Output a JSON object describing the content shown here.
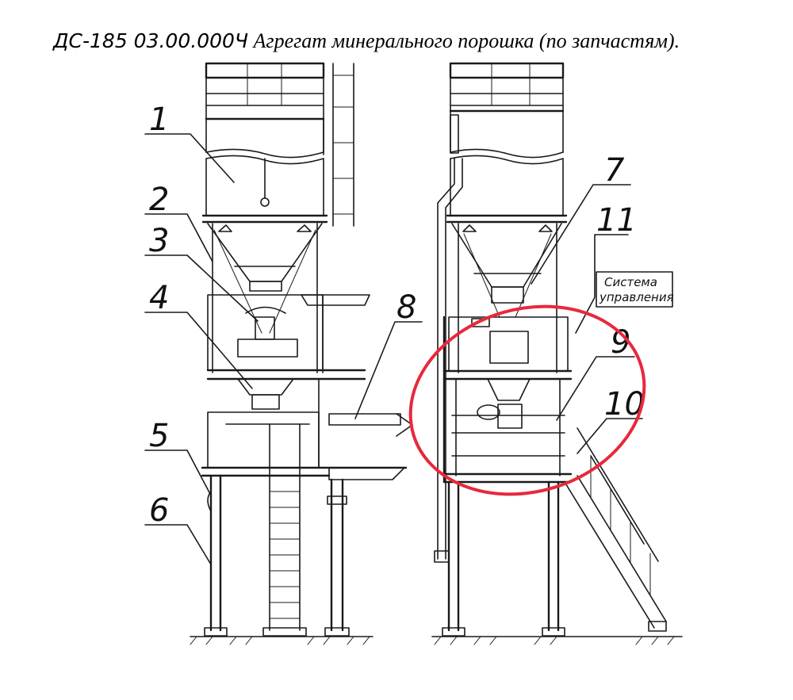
{
  "title": {
    "code": "ДС-185  03.00.000Ч",
    "name": " Агрегат минерального порошка (по запчастям)."
  },
  "callouts": [
    "1",
    "2",
    "3",
    "4",
    "5",
    "6",
    "7",
    "8",
    "9",
    "10",
    "11"
  ],
  "control_box": {
    "line1": "Система",
    "line2": "управления"
  },
  "highlight": {
    "color": "#e8283c"
  }
}
